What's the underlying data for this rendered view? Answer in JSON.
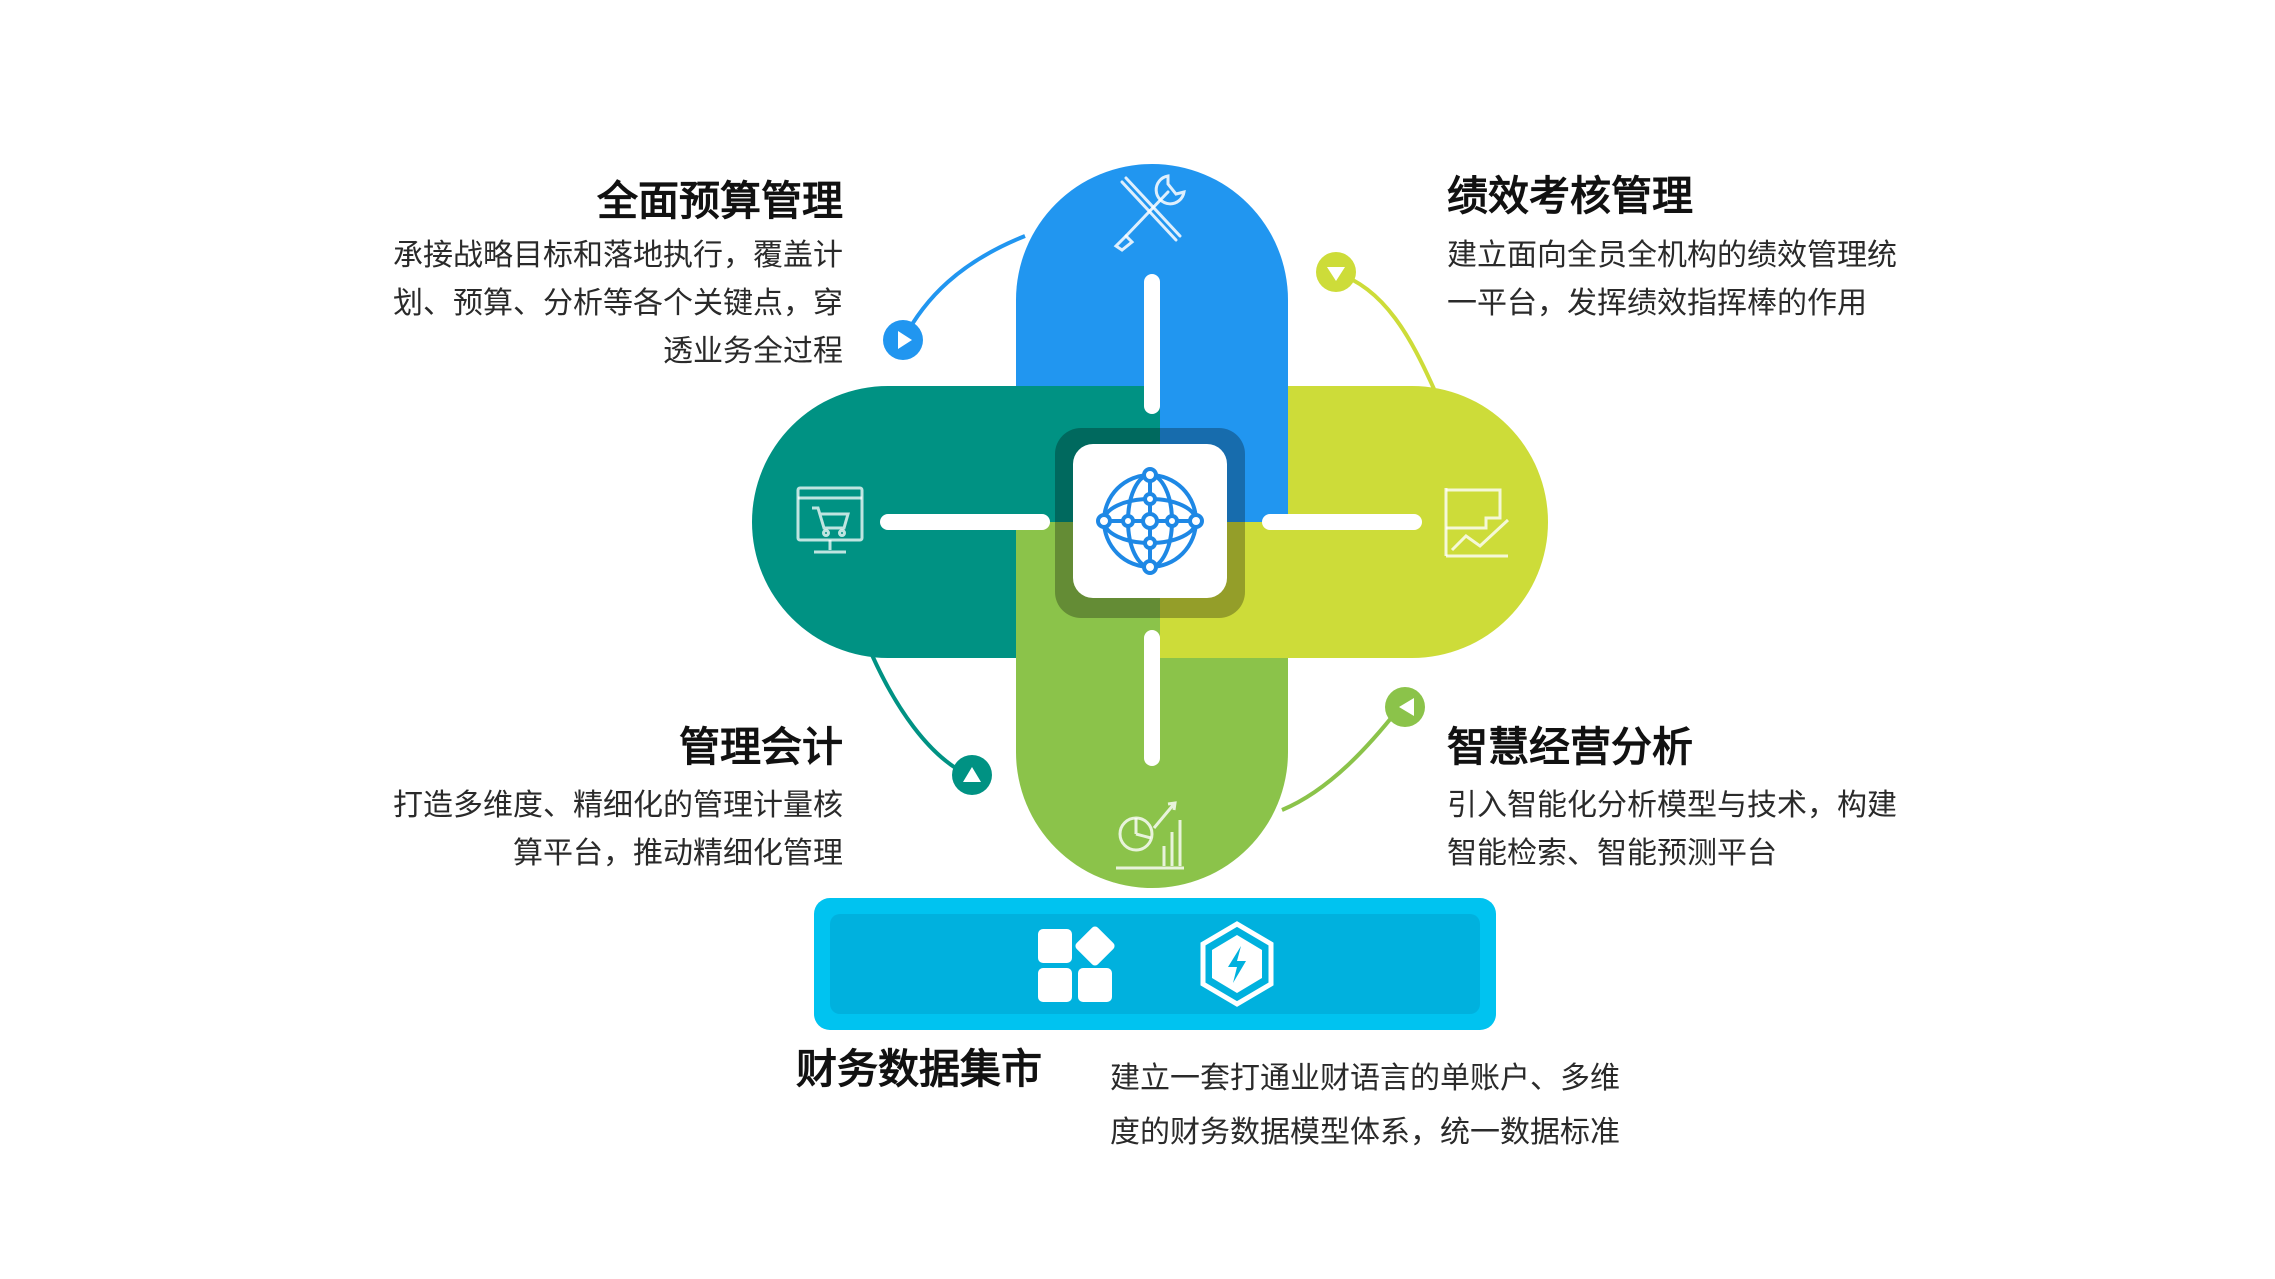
{
  "sections": {
    "budget": {
      "title": "全面预算管理",
      "desc": [
        "承接战略目标和落地执行，覆盖计",
        "划、预算、分析等各个关键点，穿",
        "透业务全过程"
      ]
    },
    "performance": {
      "title": "绩效考核管理",
      "desc": [
        "建立面向全员全机构的绩效管理统",
        "一平台，发挥绩效指挥棒的作用"
      ]
    },
    "accounting": {
      "title": "管理会计",
      "desc": [
        "打造多维度、精细化的管理计量核",
        "算平台，推动精细化管理"
      ]
    },
    "analysis": {
      "title": "智慧经营分析",
      "desc": [
        "引入智能化分析模型与技术，构建",
        "智能检索、智能预测平台"
      ]
    },
    "datamart": {
      "title": "财务数据集市",
      "desc": [
        "建立一套打通业财语言的单账户、多维",
        "度的财务数据模型体系，统一数据标准"
      ]
    }
  },
  "colors": {
    "blue": "#2196f0",
    "teal": "#009283",
    "yellow_green": "#cddc39",
    "green": "#8bc34a",
    "cyan": "#00b1de",
    "cyan_light": "#00c3f0"
  },
  "icons": {
    "top": "tools-icon",
    "left": "monitor-cart-icon",
    "right": "flag-chart-icon",
    "bottom": "pie-growth-chart-icon",
    "center": "network-globe-icon",
    "datamart_left": "app-blocks-icon",
    "datamart_right": "lightning-hexagon-icon"
  }
}
